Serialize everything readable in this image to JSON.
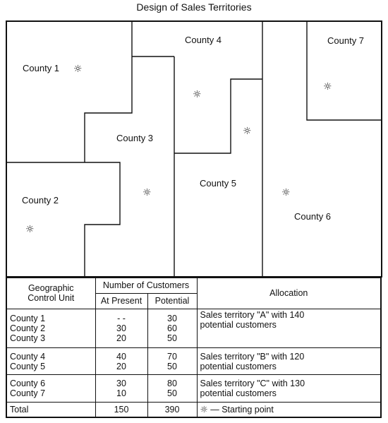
{
  "title": "Design of Sales Territories",
  "map": {
    "county_labels": [
      "County 1",
      "County 2",
      "County 3",
      "County 4",
      "County 5",
      "County 6",
      "County 7"
    ],
    "star_symbol": "☼"
  },
  "table": {
    "header": {
      "geo_line1": "Geographic",
      "geo_line2": "Control Unit",
      "num_customers": "Number of Customers",
      "at_present": "At Present",
      "potential": "Potential",
      "allocation": "Allocation"
    },
    "groups": [
      {
        "counties": [
          "County 1",
          "County 2",
          "County 3"
        ],
        "at_present": [
          "- -",
          "30",
          "20"
        ],
        "potential": [
          "30",
          "60",
          "50"
        ],
        "allocation": [
          "Sales territory \"A\" with 140",
          "potential customers"
        ]
      },
      {
        "counties": [
          "County 4",
          "County 5"
        ],
        "at_present": [
          "40",
          "20"
        ],
        "potential": [
          "70",
          "50"
        ],
        "allocation": [
          "Sales territory \"B\" with 120",
          "potential customers"
        ]
      },
      {
        "counties": [
          "County 6",
          "County 7"
        ],
        "at_present": [
          "30",
          "10"
        ],
        "potential": [
          "80",
          "50"
        ],
        "allocation": [
          "Sales territory \"C\" with 130",
          "potential customers"
        ]
      }
    ],
    "total": {
      "label": "Total",
      "at_present": "150",
      "potential": "390",
      "legend_symbol": "☼",
      "legend_text": "— Starting point"
    }
  }
}
